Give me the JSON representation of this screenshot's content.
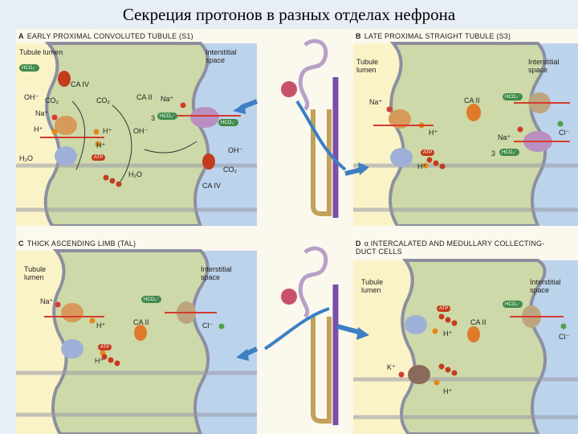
{
  "slide": {
    "title": "Секреция протонов в разных отделах нефрона"
  },
  "panels": {
    "a": {
      "letter": "A",
      "title": "EARLY PROXIMAL CONVOLUTED TUBULE (S1)",
      "lumen_label": "Tubule lumen",
      "interstitial_label": "Interstitial space",
      "labels": {
        "hco3_top": "HCO₃⁻",
        "ca_iv_top": "CA IV",
        "oh_left": "OH⁻",
        "co2_lumen": "CO₂",
        "co2_cell": "CO₂",
        "ca_ii": "CA II",
        "na_left": "Na⁺",
        "h_left": "H⁺",
        "h_cell": "H⁺",
        "oh_cell": "OH⁻",
        "h_atp": "H⁺",
        "h2o_left": "H₂O",
        "h2o_cell": "H₂O",
        "na_right": "Na⁺",
        "three": "3",
        "hco3_right1": "HCO₃⁻",
        "hco3_right2": "HCO₃⁻",
        "oh_right": "OH⁻",
        "co2_right": "CO₂",
        "ca_iv_bottom": "CA IV",
        "atp": "ATP"
      }
    },
    "b": {
      "letter": "B",
      "title": "LATE PROXIMAL STRAIGHT TUBULE (S3)",
      "lumen_label": "Tubule lumen",
      "interstitial_label": "Interstitial space",
      "labels": {
        "na_left": "Na⁺",
        "ca_ii": "CA II",
        "hco3_right": "HCO₃⁻",
        "h_cell": "H⁺",
        "cl": "Cl⁻",
        "na_right": "Na⁺",
        "three": "3",
        "hco3_right2": "HCO₃⁻",
        "h_atp": "H⁺",
        "atp": "ATP"
      }
    },
    "c": {
      "letter": "C",
      "title": "THICK ASCENDING LIMB (TAL)",
      "lumen_label": "Tubule lumen",
      "interstitial_label": "Interstitial space",
      "labels": {
        "na": "Na⁺",
        "hco3": "HCO₃⁻",
        "h_cell": "H⁺",
        "ca_ii": "CA II",
        "cl": "Cl⁻",
        "h_atp": "H⁺",
        "atp": "ATP"
      }
    },
    "d": {
      "letter": "D",
      "title": "α INTERCALATED AND MEDULLARY COLLECTING-DUCT CELLS",
      "lumen_label": "Tubule lumen",
      "interstitial_label": "Interstitial space",
      "labels": {
        "hco3": "HCO₃⁻",
        "h_top": "H⁺",
        "ca_ii": "CA II",
        "cl": "Cl⁻",
        "k": "K⁺",
        "h_bottom": "H⁺",
        "atp": "ATP"
      }
    }
  },
  "colors": {
    "lumen": "#fbf3c8",
    "cell": "#cdd9a8",
    "interstitium": "#bcd3ec",
    "membrane": "#8d8fa0",
    "na": "#d43c2e",
    "h": "#e08a1c",
    "cl": "#4ea34a",
    "hco3_badge": "#3f8a4a",
    "arrow_blue": "#3d7fc4"
  }
}
